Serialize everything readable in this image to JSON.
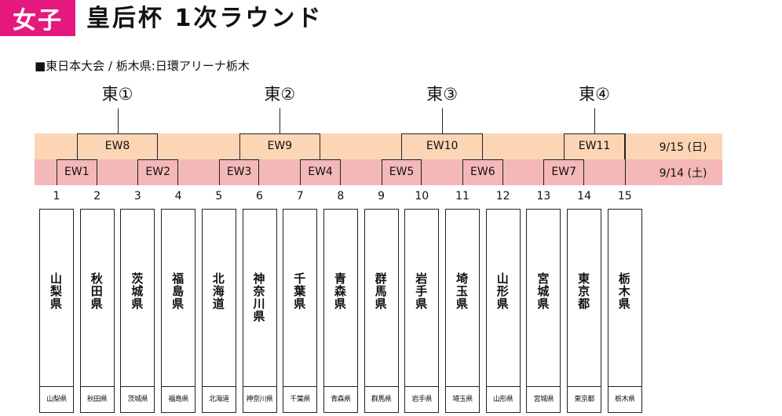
{
  "header": {
    "badge": "女子",
    "title": "皇后杯 1次ラウンド"
  },
  "venue": "■東日本大会 / 栃木県:日環アリーナ栃木",
  "blocks": [
    "東①",
    "東②",
    "東③",
    "東④"
  ],
  "dates": {
    "day2": "9/15 (日)",
    "day1": "9/14 (土)"
  },
  "band_colors": {
    "day2": "#fcd5b5",
    "day1": "#f4b8b8",
    "badge": "#e5197d"
  },
  "games_day1": [
    "EW1",
    "EW2",
    "EW3",
    "EW4",
    "EW5",
    "EW6",
    "EW7"
  ],
  "games_day2": [
    "EW8",
    "EW9",
    "EW10",
    "EW11"
  ],
  "teams": [
    {
      "num": "1",
      "name": "山梨県",
      "sub": "山梨県"
    },
    {
      "num": "2",
      "name": "秋田県",
      "sub": "秋田県"
    },
    {
      "num": "3",
      "name": "茨城県",
      "sub": "茨城県"
    },
    {
      "num": "4",
      "name": "福島県",
      "sub": "福島県"
    },
    {
      "num": "5",
      "name": "北海道",
      "sub": "北海道"
    },
    {
      "num": "6",
      "name": "神奈川県",
      "sub": "神奈川県"
    },
    {
      "num": "7",
      "name": "千葉県",
      "sub": "千葉県"
    },
    {
      "num": "8",
      "name": "青森県",
      "sub": "青森県"
    },
    {
      "num": "9",
      "name": "群馬県",
      "sub": "群馬県"
    },
    {
      "num": "10",
      "name": "岩手県",
      "sub": "岩手県"
    },
    {
      "num": "11",
      "name": "埼玉県",
      "sub": "埼玉県"
    },
    {
      "num": "12",
      "name": "山形県",
      "sub": "山形県"
    },
    {
      "num": "13",
      "name": "宮城県",
      "sub": "宮城県"
    },
    {
      "num": "14",
      "name": "東京都",
      "sub": "東京都"
    },
    {
      "num": "15",
      "name": "栃木県",
      "sub": "栃木県"
    }
  ]
}
